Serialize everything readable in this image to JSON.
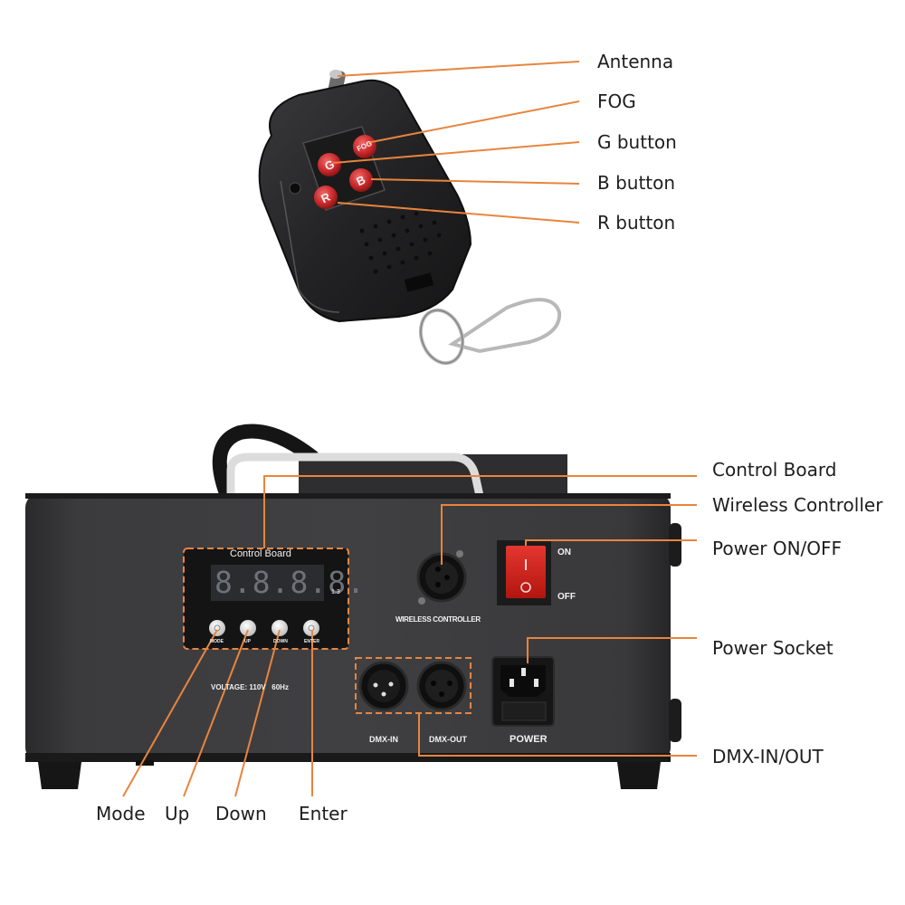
{
  "diagram": {
    "type": "product-annotated-photo",
    "accent_color": "#e8853d",
    "remote": {
      "callouts": [
        {
          "label": "Antenna"
        },
        {
          "label": "FOG"
        },
        {
          "label": "G button"
        },
        {
          "label": "B button"
        },
        {
          "label": "R button"
        }
      ],
      "buttons": [
        {
          "glyph": "FOG"
        },
        {
          "glyph": "G"
        },
        {
          "glyph": "B"
        },
        {
          "glyph": "R"
        }
      ]
    },
    "machine": {
      "panel": {
        "control_board_title": "Control Board",
        "display": "8.8.8.8.",
        "display_side_label": "1.3",
        "buttons": [
          "MODE",
          "UP",
          "DOWN",
          "ENTER"
        ],
        "voltage_text": "VOLTAGE: 110V   60Hz",
        "wireless_label": "WIRELESS CONTROLLER",
        "switch_on": "ON",
        "switch_off": "OFF",
        "dmx_in": "DMX-IN",
        "dmx_out": "DMX-OUT",
        "power_label": "POWER"
      },
      "right_callouts": [
        {
          "label": "Control Board"
        },
        {
          "label": "Wireless Controller"
        },
        {
          "label": "Power ON/OFF"
        },
        {
          "label": "Power Socket"
        },
        {
          "label": "DMX-IN/OUT"
        }
      ],
      "bottom_callouts": [
        {
          "label": "Mode"
        },
        {
          "label": "Up"
        },
        {
          "label": "Down"
        },
        {
          "label": "Enter"
        }
      ]
    }
  }
}
